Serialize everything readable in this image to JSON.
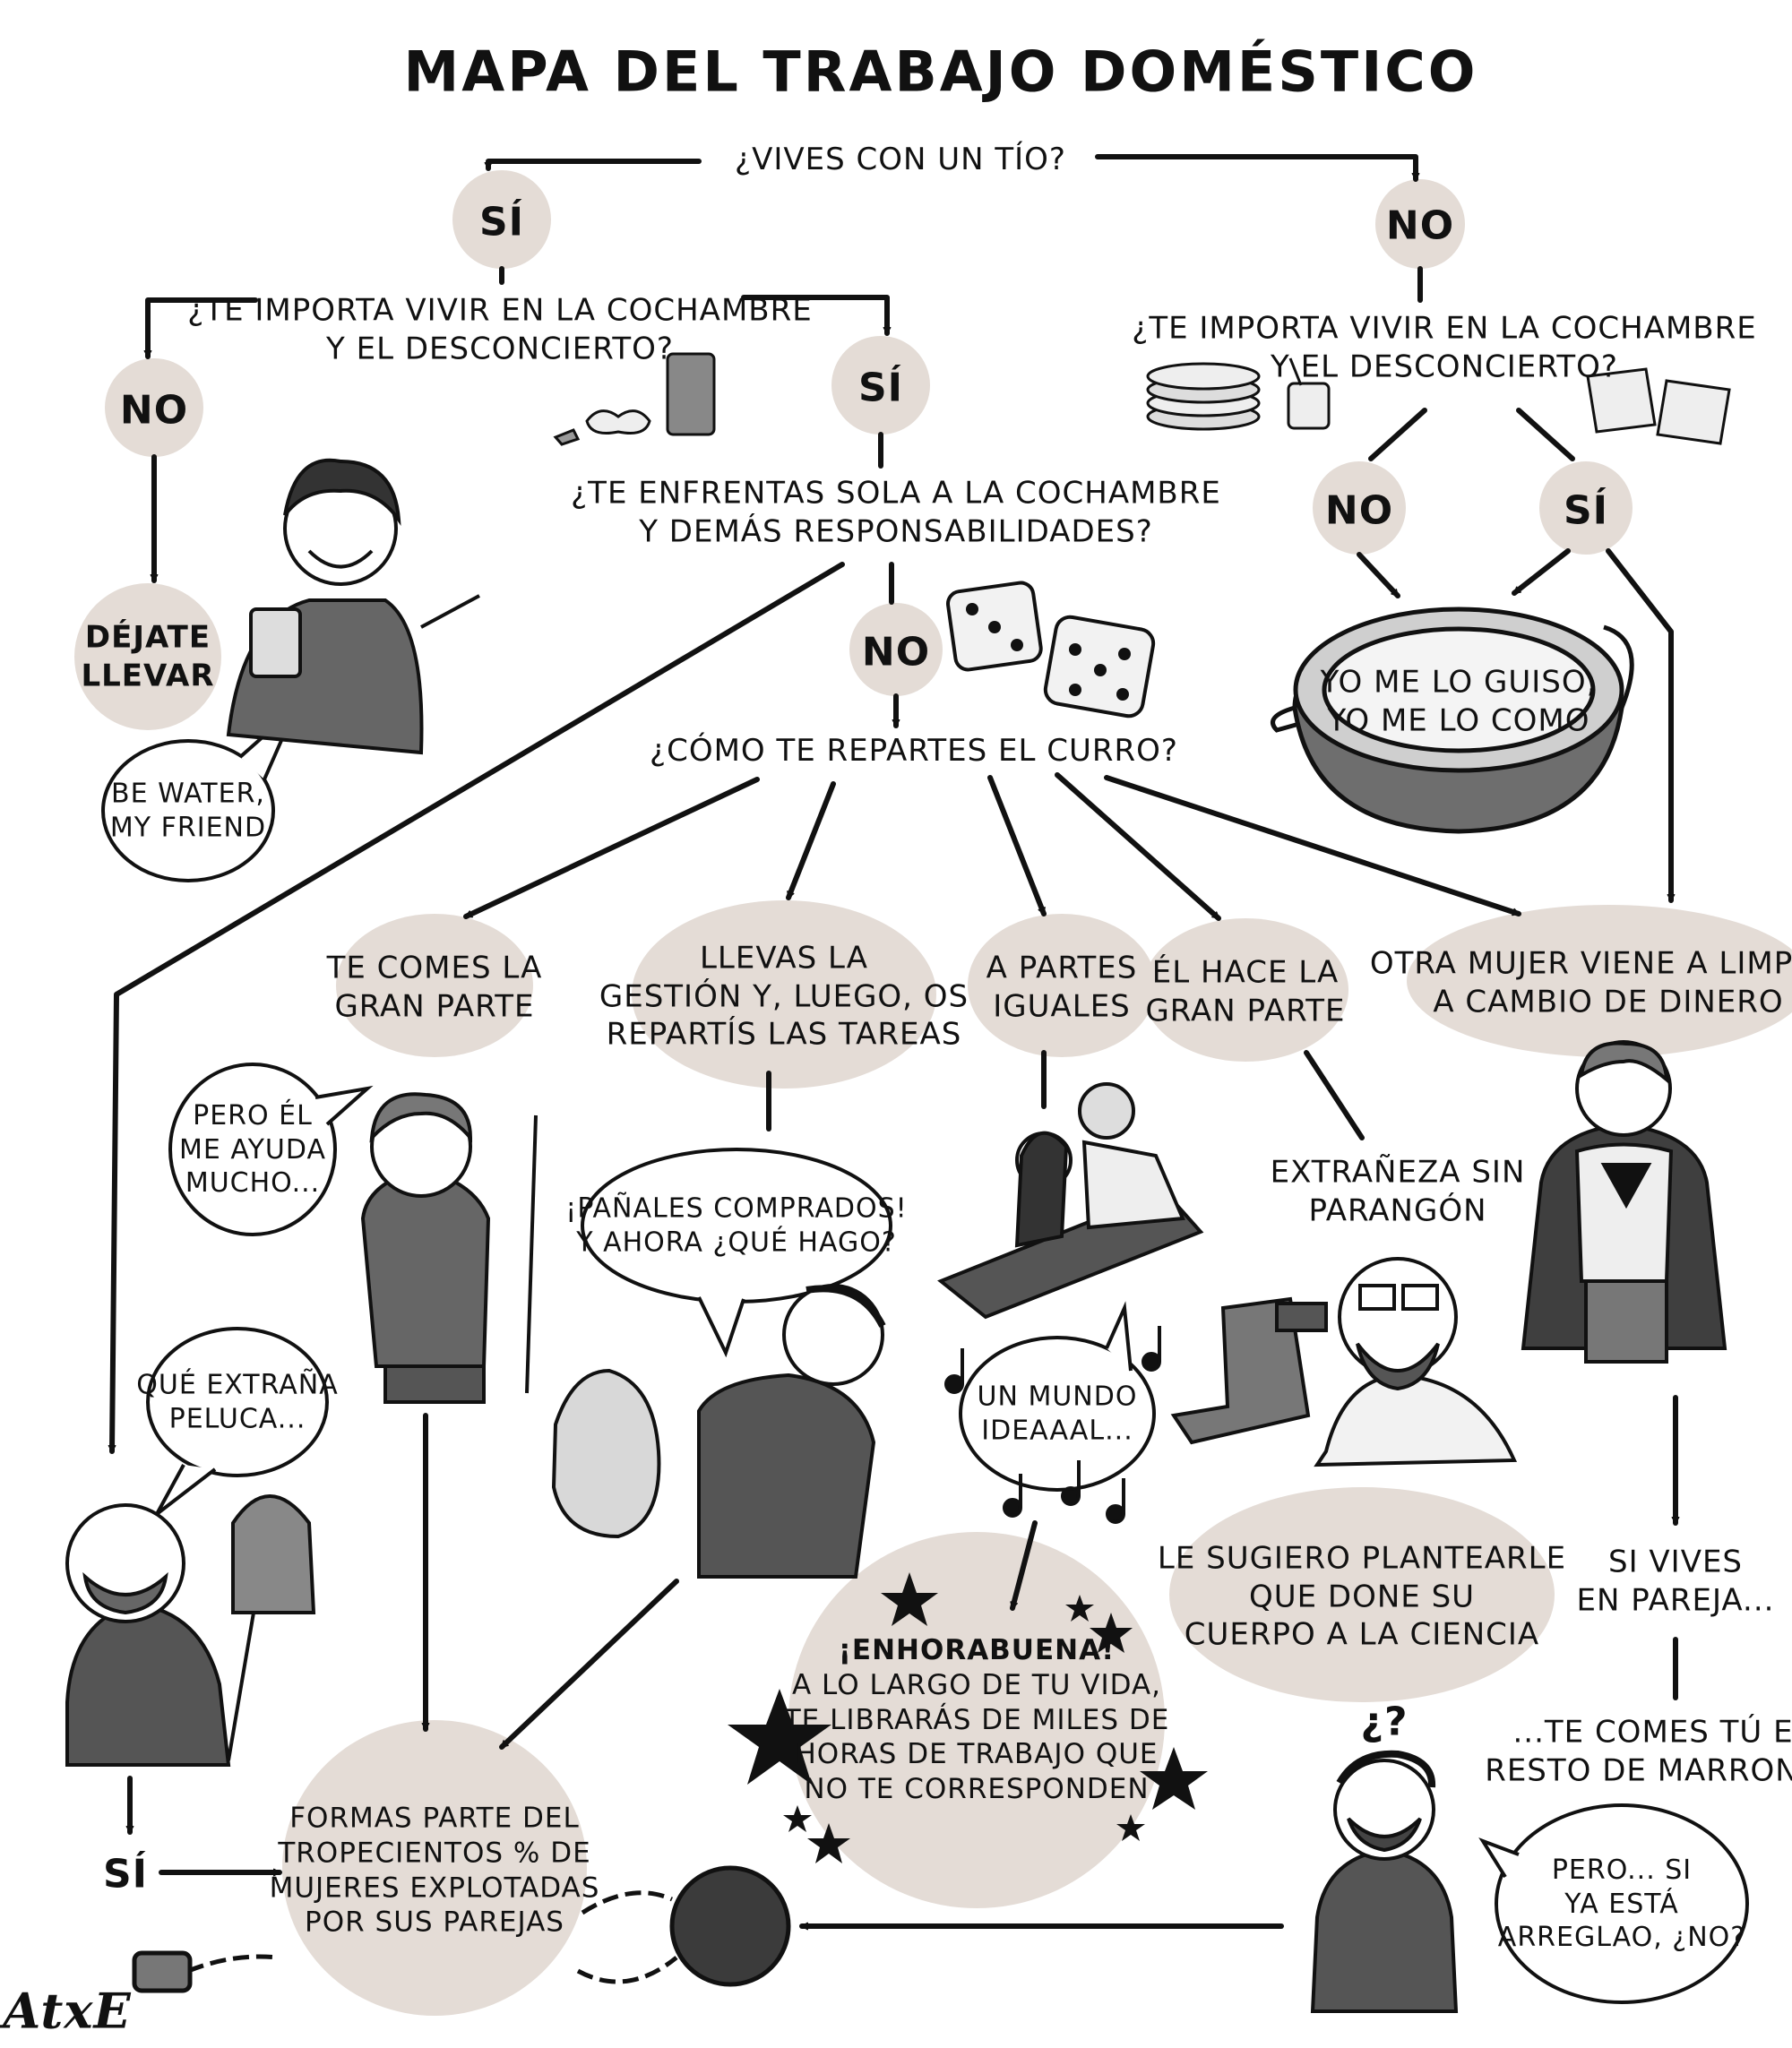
{
  "title": "MAPA DEL TRABAJO DOMÉSTICO",
  "signature": "AtxE",
  "colors": {
    "node_fill": "#e4dcd6",
    "ink": "#111111",
    "figure_fill": "#555555"
  },
  "q1": "¿VIVES CON UN TÍO?",
  "yes": "SÍ",
  "no": "NO",
  "q_cochambre": [
    "¿TE IMPORTA VIVIR EN LA COCHAMBRE",
    "Y EL DESCONCIERTO?"
  ],
  "q_sola": [
    "¿TE ENFRENTAS SOLA A LA COCHAMBRE",
    "Y DEMÁS RESPONSABILIDADES?"
  ],
  "q_reparto": "¿CÓMO TE REPARTES EL CURRO?",
  "dejate": [
    "DÉJATE",
    "LLEVAR"
  ],
  "be_water": [
    "BE WATER,",
    "MY FRIEND"
  ],
  "guiso": [
    "YO ME LO GUISO,",
    "YO ME LO COMO"
  ],
  "opt_gran_parte": [
    "TE COMES LA",
    "GRAN PARTE"
  ],
  "opt_gestion": [
    "LLEVAS LA",
    "GESTIÓN Y, LUEGO, OS",
    "REPARTÍS LAS TAREAS"
  ],
  "opt_iguales": [
    "A PARTES",
    "IGUALES"
  ],
  "opt_el": [
    "ÉL HACE LA",
    "GRAN PARTE"
  ],
  "opt_otra": [
    "OTRA MUJER VIENE A LIMPIAR",
    "A CAMBIO DE DINERO"
  ],
  "pero_ayuda": [
    "PERO ÉL",
    "ME AYUDA",
    "MUCHO..."
  ],
  "panales": [
    "¡PAÑALES COMPRADOS!",
    "Y AHORA ¿QUÉ HAGO?"
  ],
  "mundo": [
    "UN MUNDO",
    "IDEAAAL..."
  ],
  "extraneza": [
    "EXTRAÑEZA SIN",
    "PARANGÓN"
  ],
  "sugiero": [
    "LE SUGIERO PLANTEARLE",
    "QUE DONE SU",
    "CUERPO A LA CIENCIA"
  ],
  "peluca": [
    "QUÉ EXTRAÑA",
    "PELUCA..."
  ],
  "si_pareja": [
    "SI VIVES",
    "EN PAREJA..."
  ],
  "resto": [
    "...TE COMES TÚ EL",
    "RESTO DE MARRONES"
  ],
  "pero_arreglao": [
    "PERO... SI",
    "YA ESTÁ",
    "ARREGLAO, ¿NO?"
  ],
  "question_marks": "¿?",
  "enhorabuena": [
    "¡ENHORABUENA!",
    "A LO LARGO DE TU VIDA,",
    "TE LIBRARÁS DE MILES DE",
    "HORAS DE TRABAJO QUE",
    "NO TE CORRESPONDEN"
  ],
  "formas_parte": [
    "FORMAS PARTE DEL",
    "TROPECIENTOS % DE",
    "MUJERES EXPLOTADAS",
    "POR SUS PAREJAS"
  ]
}
